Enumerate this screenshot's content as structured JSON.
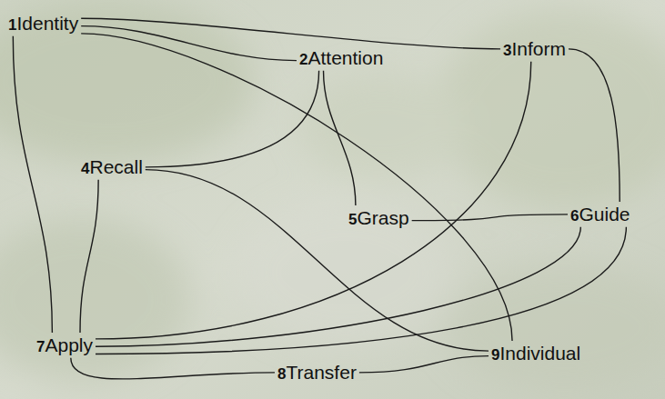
{
  "diagram": {
    "nodes": [
      {
        "text": [
          "1",
          "Identity"
        ]
      },
      {
        "text": [
          "2",
          "Attention"
        ]
      },
      {
        "text": [
          "3",
          "Inform"
        ]
      },
      {
        "text": [
          "4",
          "Recall"
        ]
      },
      {
        "text": [
          "5",
          "Grasp"
        ]
      },
      {
        "text": [
          "6",
          "Guide"
        ]
      },
      {
        "text": [
          "7",
          "Apply"
        ]
      },
      {
        "text": [
          "8",
          "Transfer"
        ]
      },
      {
        "text": [
          "9",
          "Individual"
        ]
      }
    ],
    "edges": [
      {
        "from": 0,
        "to": 2,
        "arrow": "none"
      },
      {
        "from": 0,
        "to": 1,
        "arrow": "none"
      },
      {
        "from": 0,
        "to": 8,
        "arrow": "none"
      },
      {
        "from": 0,
        "to": 6,
        "arrow": "none"
      },
      {
        "from": 1,
        "to": 3,
        "arrow": "none"
      },
      {
        "from": 1,
        "to": 4,
        "arrow": "none"
      },
      {
        "from": 2,
        "to": 5,
        "arrow": "none"
      },
      {
        "from": 2,
        "to": 6,
        "arrow": "none"
      },
      {
        "from": 3,
        "to": 6,
        "arrow": "none"
      },
      {
        "from": 3,
        "to": 8,
        "arrow": "none"
      },
      {
        "from": 4,
        "to": 5,
        "arrow": "none"
      },
      {
        "from": 5,
        "to": 6,
        "arrow": "none"
      },
      {
        "from": 5,
        "to": 6,
        "arrow": "none"
      },
      {
        "from": 6,
        "to": 7,
        "arrow": "none"
      },
      {
        "from": 7,
        "to": 8,
        "arrow": "none"
      }
    ]
  }
}
